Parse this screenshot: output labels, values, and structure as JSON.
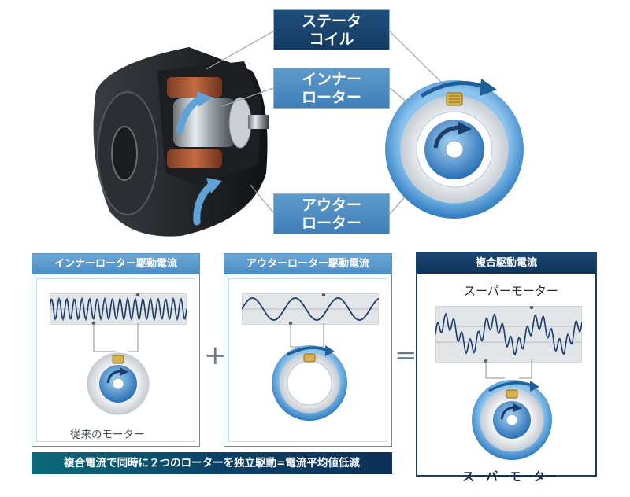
{
  "callouts": {
    "stator_line1": "ステータ",
    "stator_line2": "コイル",
    "inner_line1": "インナー",
    "inner_line2": "ローター",
    "outer_line1": "アウター",
    "outer_line2": "ローター"
  },
  "panels": {
    "inner": {
      "title": "インナーローター駆動電流",
      "caption": "従来のモーター"
    },
    "outer": {
      "title": "アウターローター駆動電流"
    },
    "combined": {
      "title": "複合駆動電流",
      "wave_label": "スーパーモーター",
      "caption": "スーパーモーター"
    }
  },
  "operators": {
    "plus": "+",
    "equals": "="
  },
  "banner": "複合電流で同時に２つのローターを独立駆動=電流平均値低減",
  "colors": {
    "dark_blue": "#163e68",
    "mid_blue": "#4c8cc4",
    "wave": "#1a3d6b",
    "coil": "#d8b24a"
  }
}
